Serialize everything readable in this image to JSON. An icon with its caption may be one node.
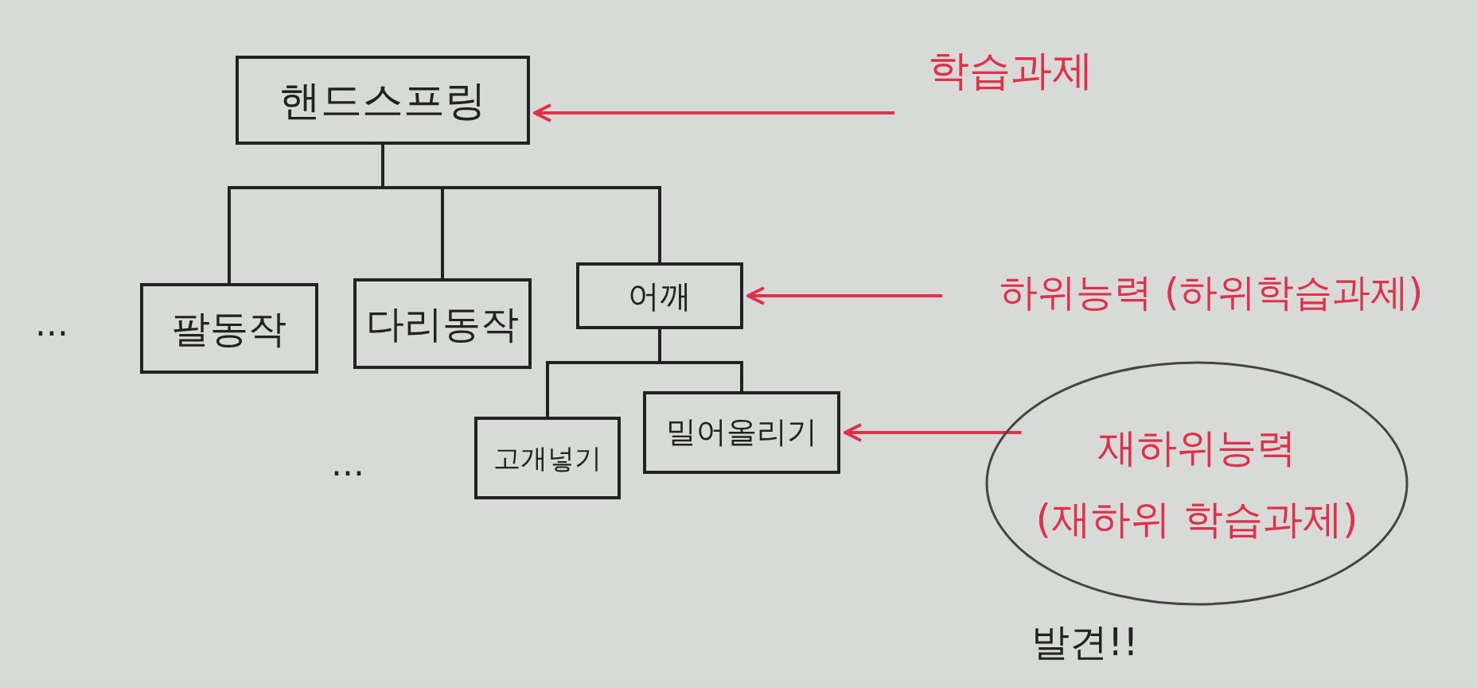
{
  "diagram": {
    "nodes": [
      {
        "text": [
          "핸드스프링"
        ]
      },
      {
        "text": [
          "팔동작"
        ]
      },
      {
        "text": [
          "다리동작"
        ]
      },
      {
        "text": [
          "어깨"
        ]
      },
      {
        "text": [
          "고개넣기"
        ]
      },
      {
        "text": [
          "밀어올리기"
        ]
      },
      {
        "text": [
          "학습과제"
        ]
      },
      {
        "text": [
          "하위능력 (하위학습과제)"
        ]
      },
      {
        "text": [
          "재하위능력",
          "(재하위 학습과제)"
        ]
      }
    ],
    "edges": [
      {
        "from": 0,
        "to": 1,
        "arrow": "none"
      },
      {
        "from": 0,
        "to": 2,
        "arrow": "none"
      },
      {
        "from": 0,
        "to": 3,
        "arrow": "none"
      },
      {
        "from": 3,
        "to": 4,
        "arrow": "none"
      },
      {
        "from": 3,
        "to": 5,
        "arrow": "none"
      },
      {
        "from": 6,
        "to": 0,
        "arrow": "to",
        "color": "#e0304a"
      },
      {
        "from": 7,
        "to": 3,
        "arrow": "to",
        "color": "#e0304a"
      },
      {
        "from": 8,
        "to": 5,
        "arrow": "to",
        "color": "#e0304a"
      }
    ],
    "labels": [
      "...",
      "...",
      "발견!!"
    ]
  }
}
